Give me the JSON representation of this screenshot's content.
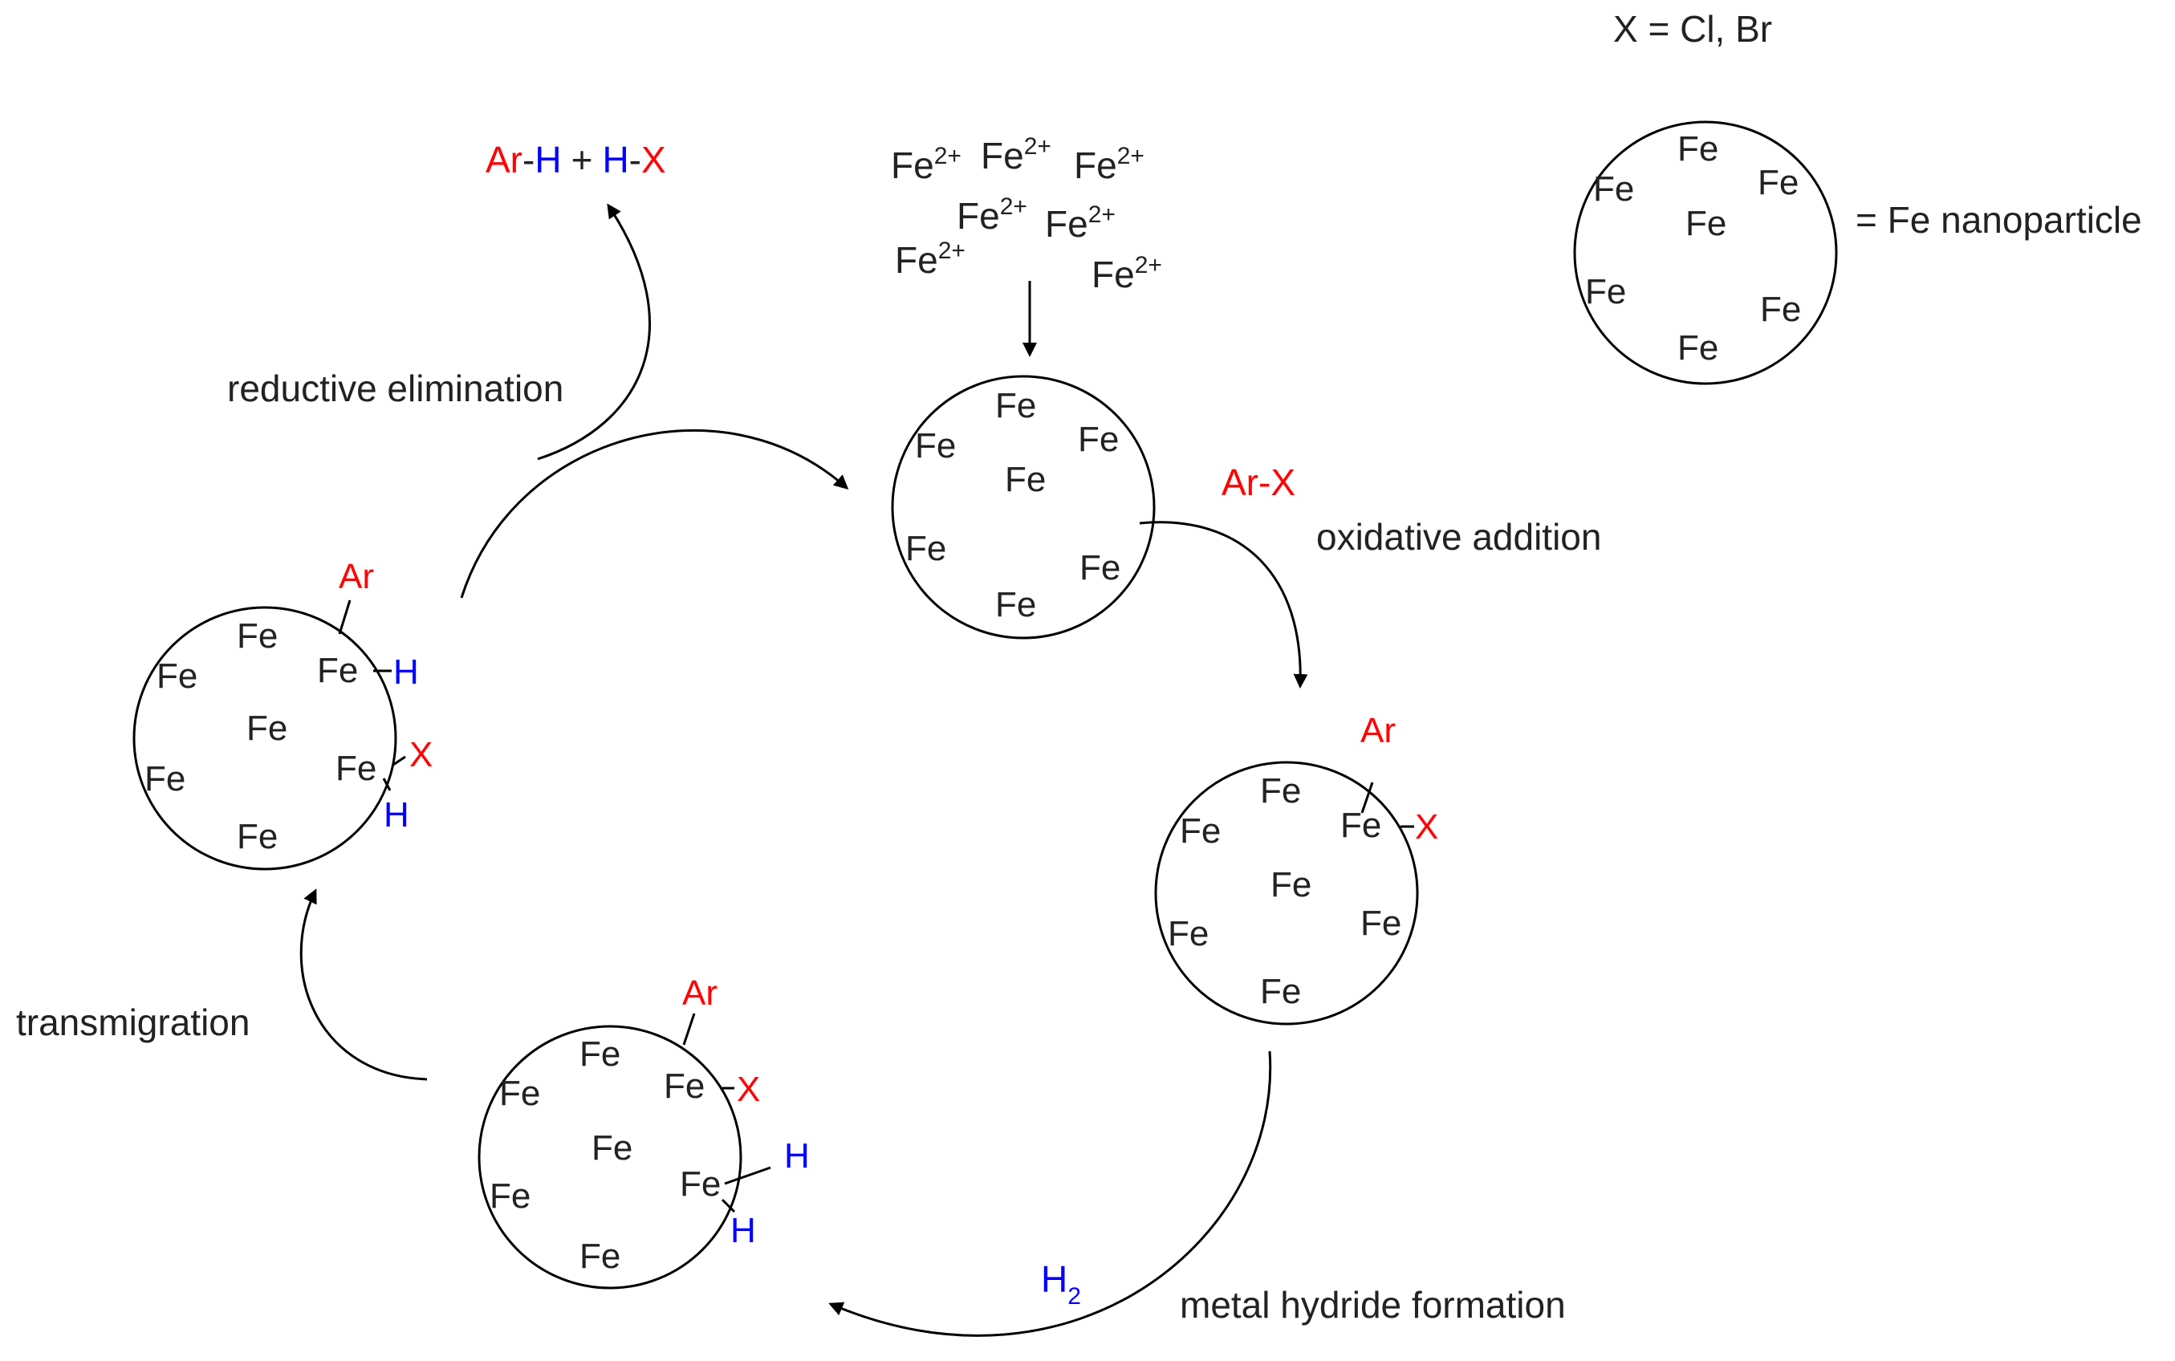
{
  "legend": {
    "x_definition": "X = Cl, Br",
    "nanoparticle_label": "= Fe nanoparticle"
  },
  "atoms": {
    "fe": "Fe",
    "ar": "Ar",
    "x": "X",
    "h": "H",
    "hyphen": "-",
    "plus": "+",
    "fe_ion_base": "Fe",
    "fe_ion_charge": "2+",
    "h2_base": "H",
    "h2_sub": "2"
  },
  "products": {
    "ar": "Ar",
    "h1": "H",
    "plus": "+",
    "h2": "H",
    "x": "X"
  },
  "reagents": {
    "ar_x": "Ar-X",
    "h2": "H2"
  },
  "steps": {
    "oxidative_addition": "oxidative addition",
    "metal_hydride_formation": "metal hydride formation",
    "transmigration": "transmigration",
    "reductive_elimination": "reductive elimination"
  },
  "colors": {
    "aryl_halide": "#ff0000",
    "hydrogen": "#0000ff",
    "text": "#222222",
    "stroke": "#000000"
  }
}
